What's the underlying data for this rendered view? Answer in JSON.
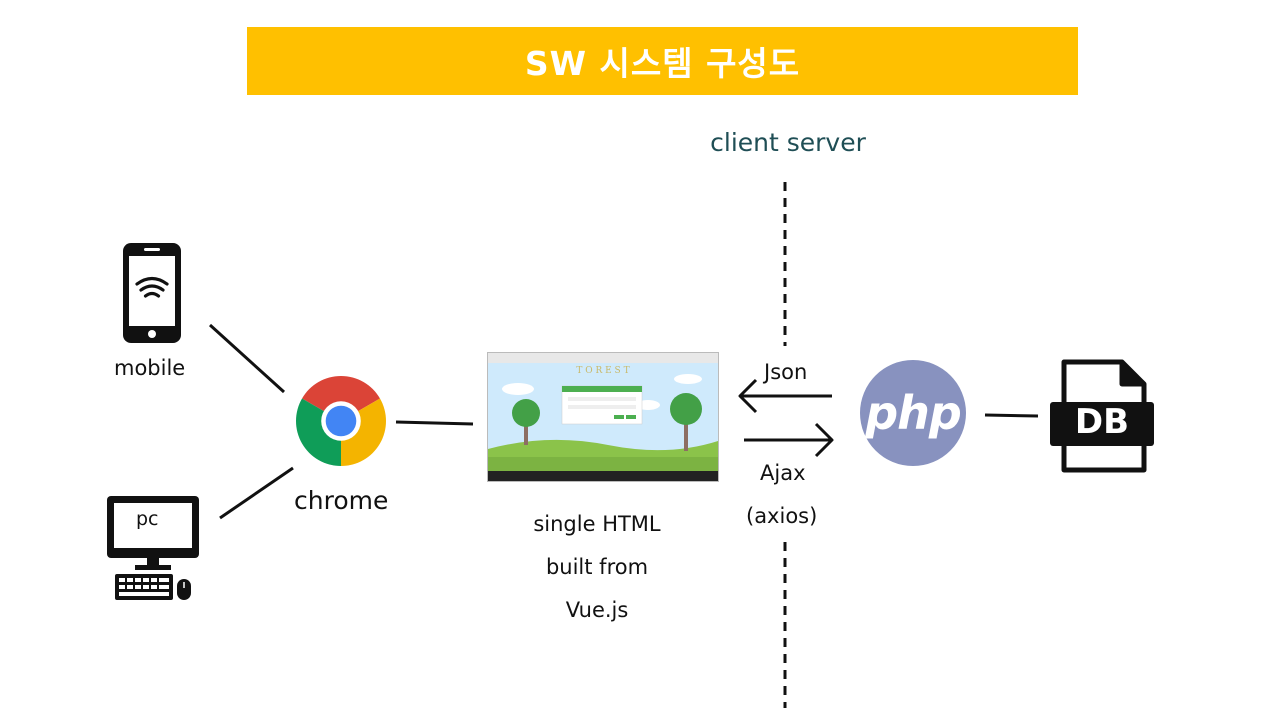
{
  "title": "SW 시스템 구성도",
  "client_server_label": "client server",
  "nodes": {
    "mobile": "mobile",
    "pc": "pc",
    "chrome": "chrome",
    "php": "php",
    "db": "DB"
  },
  "app_caption": [
    "single HTML",
    "built from",
    "Vue.js"
  ],
  "app_screenshot_title": "T O R E S T",
  "edges": {
    "json": "Json",
    "ajax": "Ajax",
    "axios": "(axios)"
  },
  "colors": {
    "title_bg": "#ffc000",
    "php_bg": "#8892bf",
    "client_server_text": "#1f4e55"
  }
}
